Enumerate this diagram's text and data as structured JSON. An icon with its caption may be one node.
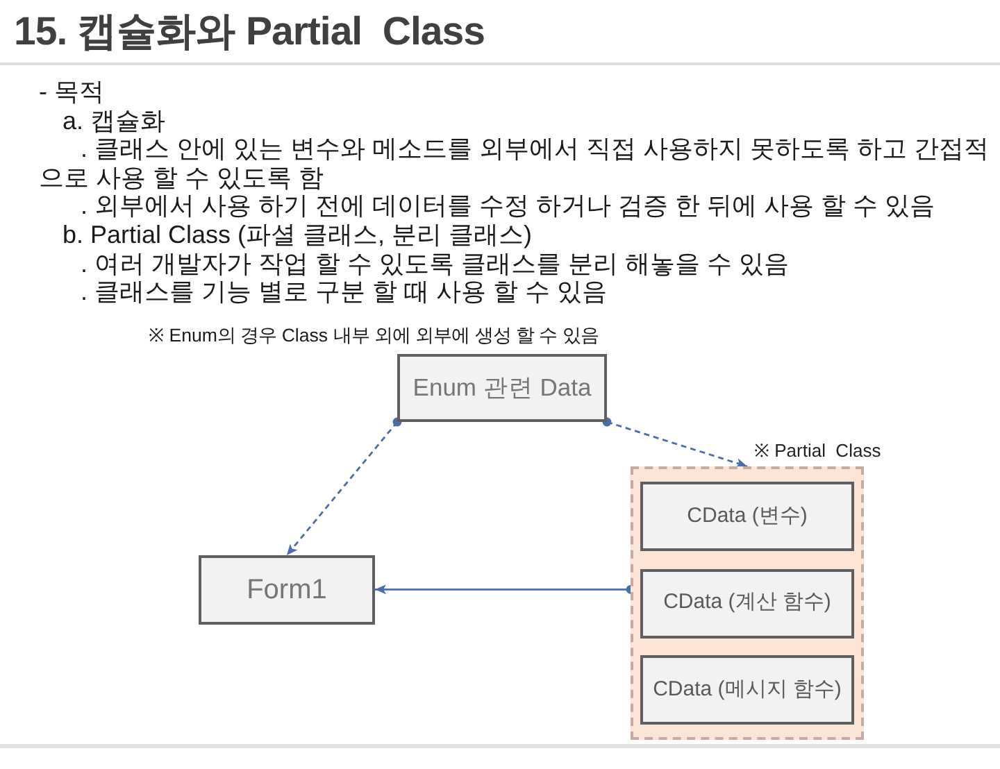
{
  "diagram": {
    "title": "15. 캡슐화와 Partial  Class",
    "nodes": [
      {
        "text": [
          "Enum 관련 Data"
        ],
        "beside": [
          "※ Enum의 경우 Class 내부 외에 외부에 생성 할 수 있음"
        ]
      },
      {
        "text": [
          "Form1"
        ]
      },
      {
        "text": [
          "※ Partial  Class"
        ]
      },
      {
        "text": [
          "CData (변수)"
        ],
        "in": 2
      },
      {
        "text": [
          "CData (계산 함수)"
        ],
        "in": 2
      },
      {
        "text": [
          "CData (메시지 함수)"
        ],
        "in": 2
      }
    ],
    "edges": [
      {
        "from": 0,
        "to": 1,
        "arrow": "to",
        "style": "dashed"
      },
      {
        "from": 0,
        "to": 2,
        "arrow": "to",
        "style": "dashed"
      },
      {
        "from": 2,
        "to": 1,
        "arrow": "to"
      }
    ],
    "labels": [
      "- 목적",
      "a. 캡슐화",
      ". 클래스 안에 있는 변수와 메소드를 외부에서 직접 사용하지 못하도록 하고 간접적 으로 사용 할 수 있도록 함",
      ". 외부에서 사용 하기 전에 데이터를 수정 하거나 검증 한 뒤에 사용 할 수 있음",
      "b. Partial Class (파셜 클래스, 분리 클래스)",
      ". 여러 개발자가 작업 할 수 있도록 클래스를 분리 해놓을 수 있음",
      ". 클래스를 기능 별로 구분 할 때 사용 할 수 있음"
    ]
  }
}
